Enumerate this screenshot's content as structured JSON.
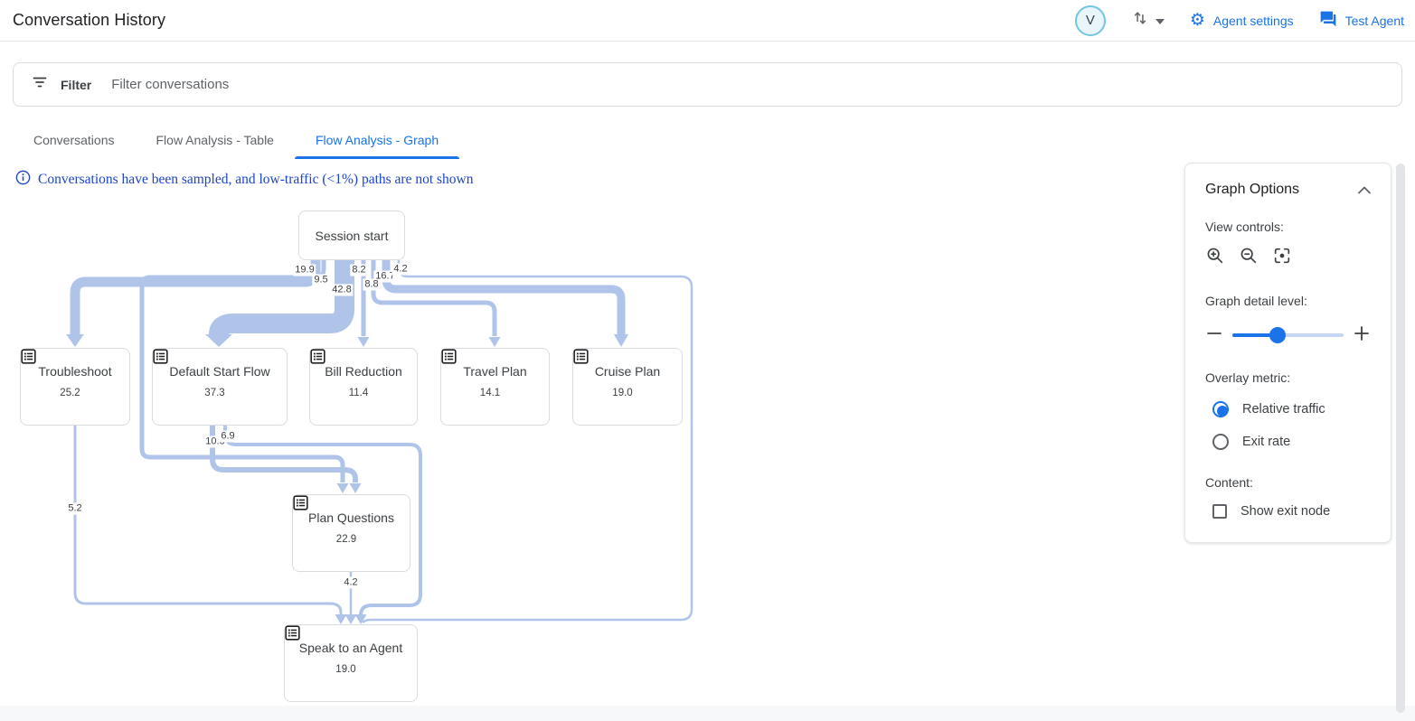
{
  "header": {
    "title": "Conversation History",
    "avatar_letter": "V",
    "agent_settings_label": "Agent settings",
    "test_agent_label": "Test Agent"
  },
  "filter": {
    "label": "Filter",
    "placeholder": "Filter conversations"
  },
  "tabs": [
    {
      "label": "Conversations",
      "active": false
    },
    {
      "label": "Flow Analysis - Table",
      "active": false
    },
    {
      "label": "Flow Analysis - Graph",
      "active": true
    }
  ],
  "info_message": "Conversations have been sampled, and low-traffic (<1%) paths are not shown",
  "options_panel": {
    "title": "Graph Options",
    "view_controls_label": "View controls:",
    "detail_label": "Graph detail level:",
    "slider_value_pct": 41,
    "overlay_label": "Overlay metric:",
    "radios": [
      {
        "label": "Relative traffic",
        "selected": true
      },
      {
        "label": "Exit rate",
        "selected": false
      }
    ],
    "content_label": "Content:",
    "checkbox_label": "Show exit node",
    "checkbox_checked": false
  },
  "colors": {
    "accent_blue": "#1a73e8",
    "edge_blue": "#b0c4ea",
    "info_text_blue": "#1b44c9"
  },
  "icons": [
    "filter-icon",
    "info-icon",
    "swap-vert-icon",
    "chevron-down-icon",
    "gear-icon",
    "chat-icon",
    "zoom-in-icon",
    "zoom-out-icon",
    "center-focus-icon",
    "minus-icon",
    "plus-icon",
    "chevron-up-icon",
    "list-icon"
  ],
  "chart_data": {
    "type": "flow-graph",
    "title": "Flow Analysis - Graph",
    "nodes": [
      {
        "id": "session_start",
        "label": "Session start",
        "value": null
      },
      {
        "id": "troubleshoot",
        "label": "Troubleshoot",
        "value": "25.2"
      },
      {
        "id": "default_start_flow",
        "label": "Default Start Flow",
        "value": "37.3"
      },
      {
        "id": "bill_reduction",
        "label": "Bill Reduction",
        "value": "11.4"
      },
      {
        "id": "travel_plan",
        "label": "Travel Plan",
        "value": "14.1"
      },
      {
        "id": "cruise_plan",
        "label": "Cruise Plan",
        "value": "19.0"
      },
      {
        "id": "plan_questions",
        "label": "Plan Questions",
        "value": "22.9"
      },
      {
        "id": "speak_to_agent",
        "label": "Speak to an Agent",
        "value": "19.0"
      }
    ],
    "edges": [
      {
        "from": "session_start",
        "to": "troubleshoot",
        "value": "19.9"
      },
      {
        "from": "session_start",
        "to": "plan_questions",
        "value": "9.5"
      },
      {
        "from": "session_start",
        "to": "default_start_flow",
        "value": "42.8"
      },
      {
        "from": "session_start",
        "to": "bill_reduction",
        "value": "8.2"
      },
      {
        "from": "session_start",
        "to": "travel_plan",
        "value": "8.8"
      },
      {
        "from": "session_start",
        "to": "cruise_plan",
        "value": "16.7"
      },
      {
        "from": "session_start",
        "to": "speak_to_agent",
        "value": "4.2"
      },
      {
        "from": "default_start_flow",
        "to": "plan_questions",
        "value": "10.8"
      },
      {
        "from": "default_start_flow",
        "to": "speak_to_agent",
        "value": "6.9"
      },
      {
        "from": "troubleshoot",
        "to": "speak_to_agent",
        "value": "5.2"
      },
      {
        "from": "plan_questions",
        "to": "speak_to_agent",
        "value": "4.2"
      }
    ]
  }
}
